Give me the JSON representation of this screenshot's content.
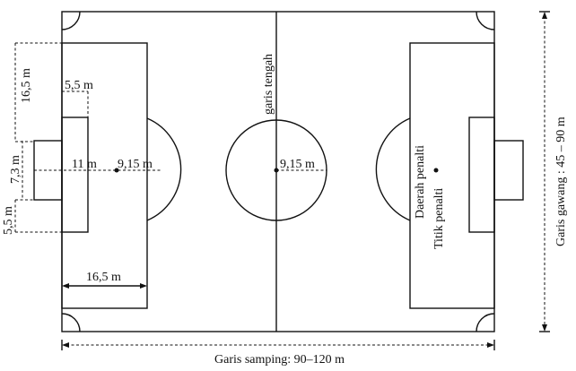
{
  "labels": {
    "garis_tengah": "garis tengah",
    "penalty_area_depth": "16,5 m",
    "goal_area_depth": "5,5 m",
    "penalty_spot_distance": "11 m",
    "arc_radius": "9,15 m",
    "center_radius": "9,15 m",
    "goal_width": "7,3 m",
    "goal_area_offset": "5,5 m",
    "penalty_area_width_label": "16,5 m",
    "daerah_penalti": "Daerah penalti",
    "titik_penalti": "Titik penalti",
    "garis_gawang": "Garis gawang : 45 – 90 m",
    "garis_samping": "Garis samping: 90–120 m"
  }
}
